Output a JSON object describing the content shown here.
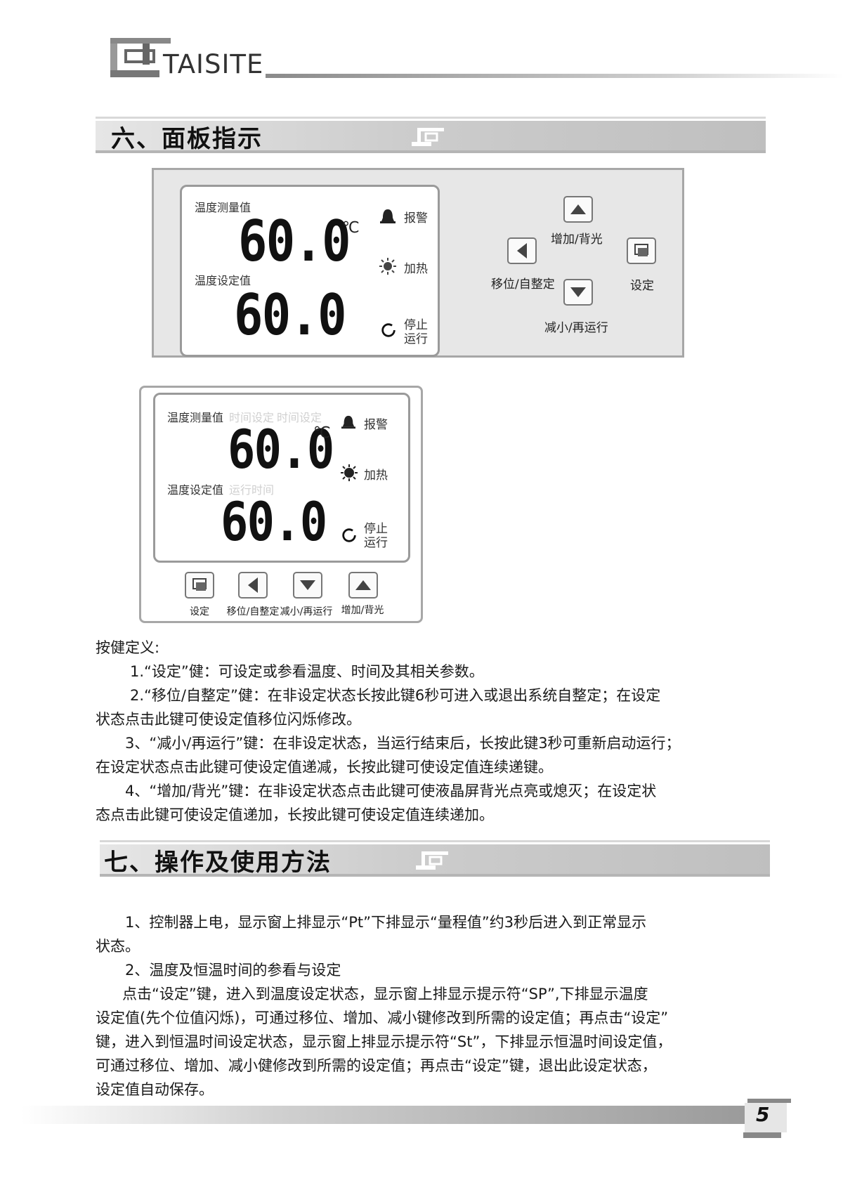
{
  "header": {
    "brand": "TAISITE"
  },
  "sections": {
    "six_title": "六、面板指示",
    "seven_title": "七、操作及使用方法"
  },
  "panel1": {
    "measure_label": "温度测量值",
    "measure_value": "60.0",
    "unit": "℃",
    "set_label": "温度设定值",
    "set_value": "60.0",
    "alarm": "报警",
    "heat": "加热",
    "stop": "停止",
    "run": "运行",
    "keys": {
      "up": "增加/背光",
      "left": "移位/自整定",
      "set": "设定",
      "down": "减小/再运行"
    }
  },
  "panel2": {
    "measure_label": "温度测量值",
    "time_set_faint": "时间设定",
    "time_set_faint2": "时间设定",
    "measure_value": "60.0",
    "unit": "℃",
    "set_label": "温度设定值",
    "run_time_faint": "运行时间",
    "set_value": "60.0",
    "alarm": "报警",
    "heat": "加热",
    "stop": "停止",
    "run": "运行",
    "keys": [
      "设定",
      "移位/自整定",
      "减小/再运行",
      "增加/背光"
    ]
  },
  "key_definitions": {
    "heading": "按健定义:",
    "l1": "1.“设定”健：可设定或参看温度、时间及其相关参数。",
    "l2a": "2.“移位/自整定”健：在非设定状态长按此键6秒可进入或退出系统自整定；在设定",
    "l2b": "状态点击此键可使设定值移位闪烁修改。",
    "l3a": "3、“减小/再运行”键：在非设定状态，当运行结束后，长按此键3秒可重新启动运行；",
    "l3b": "在设定状态点击此键可使设定值递减，长按此键可使设定值连续递键。",
    "l4a": "4、“增加/背光”键：在非设定状态点击此键可使液晶屏背光点亮或熄灭；在设定状",
    "l4b": "态点击此键可使设定值递加，长按此键可使设定值连续递加。"
  },
  "operation": {
    "p1a": "1、控制器上电，显示窗上排显示“Pt”下排显示“量程值”约3秒后进入到正常显示",
    "p1b": "状态。",
    "p2": "2、温度及恒温时间的参看与设定",
    "p3a": "点击“设定”键，进入到温度设定状态，显示窗上排显示提示符“SP”,下排显示温度",
    "p3b": "设定值(先个位值闪烁)，可通过移位、增加、减小键修改到所需的设定值；再点击“设定”",
    "p3c": "键，进入到恒温时间设定状态，显示窗上排显示提示符“St”，下排显示恒温时间设定值，",
    "p3d": "可通过移位、增加、减小健修改到所需的设定值；再点击“设定”键，退出此设定状态，",
    "p3e": "设定值自动保存。"
  },
  "footer": {
    "page": "5"
  }
}
